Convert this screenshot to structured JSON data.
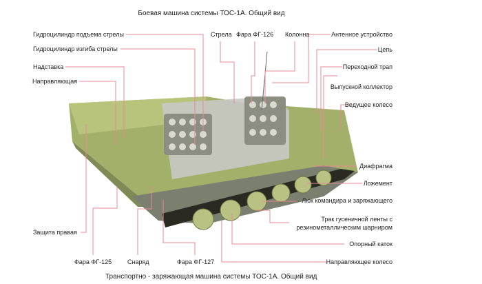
{
  "title": "Боевая машина системы ТОС-1А. Общий вид",
  "caption": "Транспортно - заряжающая машина системы ТОС-1А. Общий вид",
  "labels": {
    "hyd_lift": "Гидроцилиндр подъема стрелы",
    "hyd_bend": "Гидроцилиндр изгиба стрелы",
    "nadstavka": "Надставка",
    "napravl": "Направляющая",
    "strela": "Стрела",
    "fara126": "Фара ФГ-126",
    "kolonna": "Колонна",
    "antenna": "Антенное устройство",
    "chain": "Цепь",
    "ramp": "Переходной трап",
    "exhaust": "Выпускной коллектор",
    "drive": "Ведущее колесо",
    "diaphragm": "Диафрагма",
    "lozhement": "Ложемент",
    "hatch": "Люк командира и заряжающего",
    "track1": "Трак гусеничной ленты с",
    "track2": "резинометаллическим шарниром",
    "road": "Опорный каток",
    "idler": "Направляющее колесо",
    "guard": "Защита правая",
    "fara125": "Фара ФГ-125",
    "shell": "Снаряд",
    "fara127": "Фара ФГ-127"
  },
  "colors": {
    "leader": "#e88a95",
    "hull": "#a3b06a",
    "dark": "#6f7a45"
  }
}
